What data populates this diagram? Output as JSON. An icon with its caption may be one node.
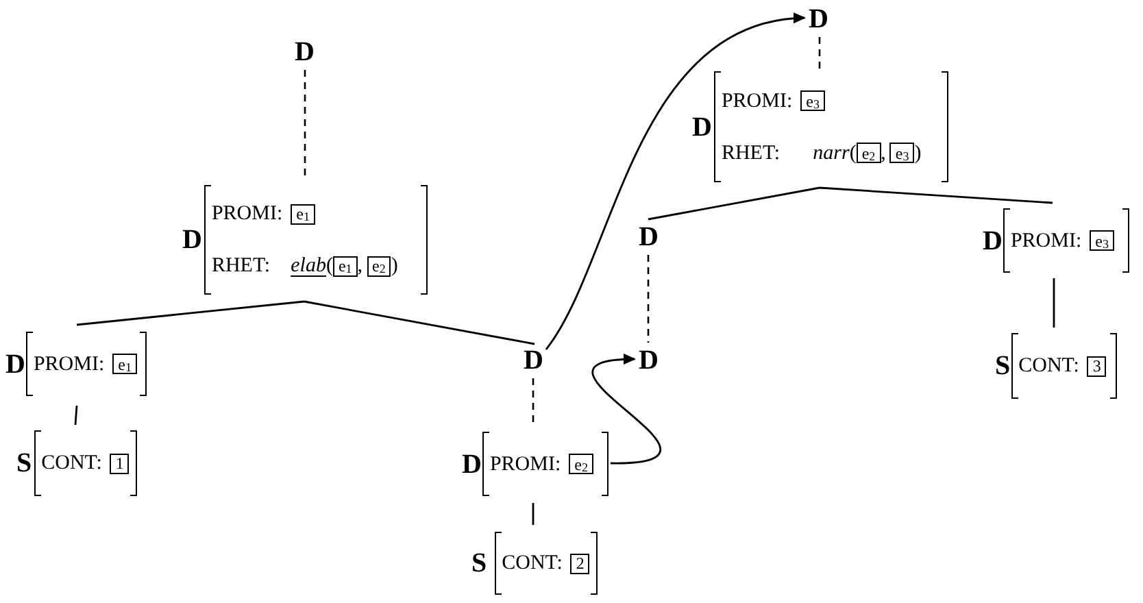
{
  "diagram": {
    "nodes": [
      {
        "text": [
          "D"
        ]
      },
      {
        "text": [
          "D",
          "PROMI:",
          "RHET:",
          "elab",
          "(",
          ",",
          ")"
        ]
      },
      {
        "text": [
          "e$_{1}$"
        ],
        "in": 1
      },
      {
        "text": [
          "e$_{1}$"
        ],
        "in": 1
      },
      {
        "text": [
          "e$_{2}$"
        ],
        "in": 1
      },
      {
        "text": [
          "D",
          "PROMI:"
        ]
      },
      {
        "text": [
          "e$_{1}$"
        ],
        "in": 5
      },
      {
        "text": [
          "S",
          "CONT:"
        ]
      },
      {
        "text": [
          "1"
        ],
        "in": 7
      },
      {
        "text": [
          "D"
        ]
      },
      {
        "text": [
          "D",
          "PROMI:"
        ]
      },
      {
        "text": [
          "e$_{2}$"
        ],
        "in": 10
      },
      {
        "text": [
          "S",
          "CONT:"
        ]
      },
      {
        "text": [
          "2"
        ],
        "in": 12
      },
      {
        "text": [
          "D"
        ]
      },
      {
        "text": [
          "D",
          "PROMI:",
          "RHET:",
          "narr",
          "(",
          ",",
          ")"
        ]
      },
      {
        "text": [
          "e$_{3}$"
        ],
        "in": 15
      },
      {
        "text": [
          "e$_{2}$"
        ],
        "in": 15
      },
      {
        "text": [
          "e$_{3}$"
        ],
        "in": 15
      },
      {
        "text": [
          "D"
        ]
      },
      {
        "text": [
          "D"
        ]
      },
      {
        "text": [
          "D",
          "PROMI:"
        ]
      },
      {
        "text": [
          "e$_{3}$"
        ],
        "in": 21
      },
      {
        "text": [
          "S",
          "CONT:"
        ]
      },
      {
        "text": [
          "3"
        ],
        "in": 23
      }
    ],
    "edges": [
      {
        "from": 0,
        "to": 1,
        "arrow": "none",
        "style": "dashed"
      },
      {
        "from": 1,
        "to": 5,
        "arrow": "none"
      },
      {
        "from": 1,
        "to": 9,
        "arrow": "none"
      },
      {
        "from": 5,
        "to": 7,
        "arrow": "none"
      },
      {
        "from": 9,
        "to": 10,
        "arrow": "none",
        "style": "dashed"
      },
      {
        "from": 10,
        "to": 12,
        "arrow": "none"
      },
      {
        "from": 9,
        "to": 14,
        "arrow": "to"
      },
      {
        "from": 10,
        "to": 20,
        "arrow": "to"
      },
      {
        "from": 14,
        "to": 15,
        "arrow": "none",
        "style": "dashed"
      },
      {
        "from": 15,
        "to": 19,
        "arrow": "none"
      },
      {
        "from": 15,
        "to": 21,
        "arrow": "none"
      },
      {
        "from": 19,
        "to": 20,
        "arrow": "none",
        "style": "dashed"
      },
      {
        "from": 21,
        "to": 23,
        "arrow": "none"
      }
    ]
  }
}
